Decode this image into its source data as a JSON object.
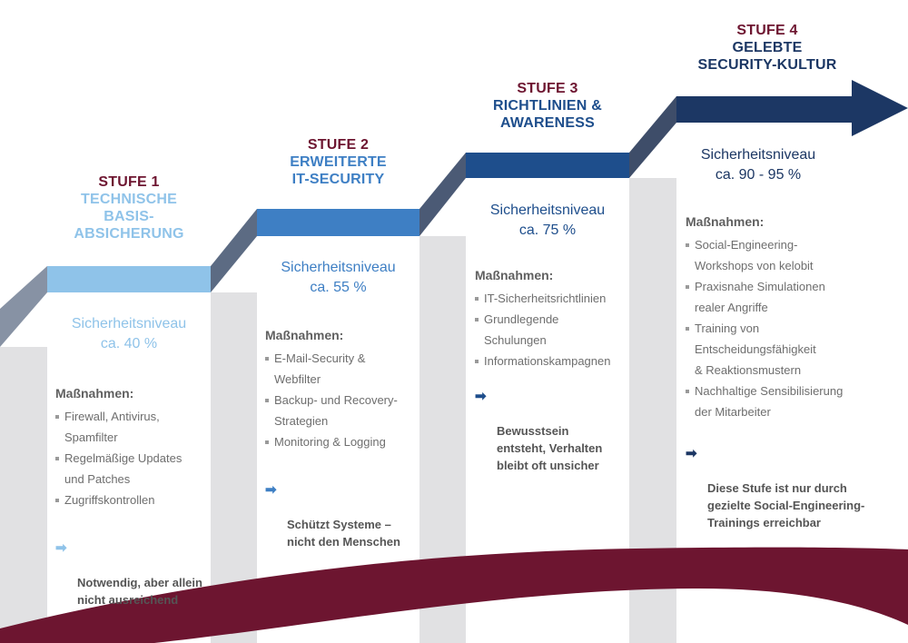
{
  "stages": [
    {
      "number": "STUFE 1",
      "name": "TECHNISCHE\nBASIS-\nABSICHERUNG",
      "level_label": "Sicherheitsniveau",
      "level_value": "ca. 40 %",
      "measures_heading": "Maßnahmen:",
      "measures": [
        "Firewall, Antivirus,\nSpamfilter",
        "Regelmäßige Updates\nund Patches",
        "Zugriffskontrollen"
      ],
      "conclusion": "Notwendig, aber allein\nnicht ausreichend",
      "color": "#8fc3e9"
    },
    {
      "number": "STUFE 2",
      "name": "ERWEITERTE\nIT-SECURITY",
      "level_label": "Sicherheitsniveau",
      "level_value": "ca. 55 %",
      "measures_heading": "Maßnahmen:",
      "measures": [
        "E-Mail-Security &\nWebfilter",
        "Backup- und Recovery-\nStrategien",
        "Monitoring & Logging"
      ],
      "conclusion": "Schützt Systeme –\nnicht den Menschen",
      "color": "#3e7fc4"
    },
    {
      "number": "STUFE 3",
      "name": "RICHTLINIEN &\nAWARENESS",
      "level_label": "Sicherheitsniveau",
      "level_value": "ca. 75 %",
      "measures_heading": "Maßnahmen:",
      "measures": [
        "IT-Sicherheitsrichtlinien",
        "Grundlegende\nSchulungen",
        "Informationskampagnen"
      ],
      "conclusion": "Bewusstsein\nentsteht, Verhalten\nbleibt oft unsicher",
      "color": "#1e4e8c"
    },
    {
      "number": "STUFE 4",
      "name": "GELEBTE\nSECURITY-KULTUR",
      "level_label": "Sicherheitsniveau",
      "level_value": "ca. 90 - 95 %",
      "measures_heading": "Maßnahmen:",
      "measures": [
        "Social-Engineering-\nWorkshops von kelobit",
        "Praxisnahe Simulationen\nrealer Angriffe",
        "Training von\nEntscheidungsfähigkeit\n& Reaktionsmustern",
        "Nachhaltige Sensibilisierung\nder Mitarbeiter"
      ],
      "conclusion": "Diese Stufe ist nur durch\ngezielte Social-Engineering-\nTrainings erreichbar",
      "color": "#1c3764"
    }
  ],
  "colors": {
    "stage_number": "#6d1530",
    "wave": "#6d1530",
    "side_face": "#e1e1e3",
    "text_gray": "#6e6e6e"
  },
  "icons": {
    "conclusion_arrow": "right-arrow-icon"
  }
}
